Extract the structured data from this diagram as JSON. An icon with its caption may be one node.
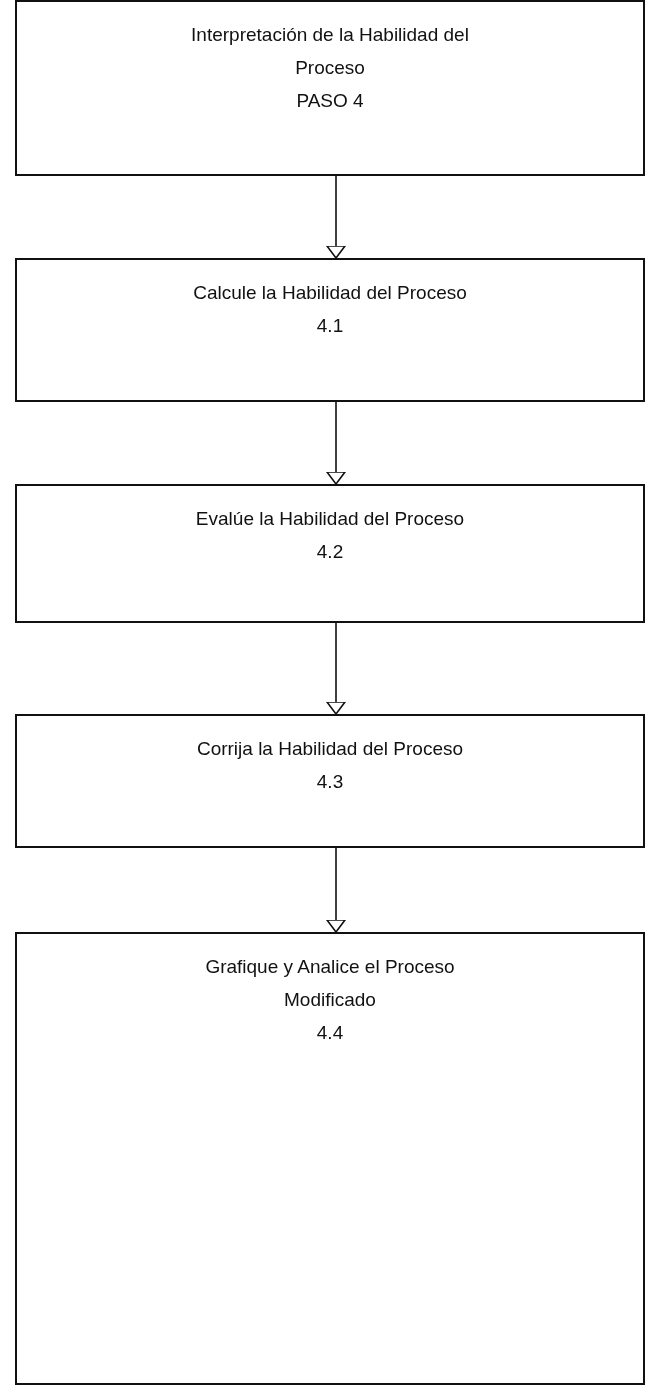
{
  "diagram": {
    "nodes": [
      {
        "text": [
          "Interpretación de la Habilidad del Proceso",
          "PASO 4"
        ]
      },
      {
        "text": [
          "Calcule la Habilidad del Proceso",
          "4.1"
        ]
      },
      {
        "text": [
          "Evalúe la Habilidad del Proceso",
          "4.2"
        ]
      },
      {
        "text": [
          "Corrija la Habilidad del Proceso",
          "4.3"
        ]
      },
      {
        "text": [
          "Grafique y Analice el Proceso Modificado",
          "4.4"
        ]
      }
    ],
    "edges": [
      {
        "from": 0,
        "to": 1,
        "arrow": "to"
      },
      {
        "from": 1,
        "to": 2,
        "arrow": "to"
      },
      {
        "from": 2,
        "to": 3,
        "arrow": "to"
      },
      {
        "from": 3,
        "to": 4,
        "arrow": "to"
      }
    ]
  }
}
